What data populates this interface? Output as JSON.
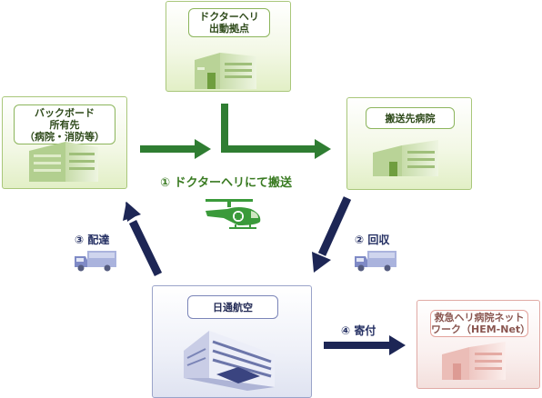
{
  "nodes": {
    "heliBase": {
      "label": "ドクターヘリ\n出動拠点"
    },
    "backboard": {
      "label": "バックボード\n所有先\n（病院・消防等）"
    },
    "hospital": {
      "label": "搬送先病院"
    },
    "nikko": {
      "label": "日通航空"
    },
    "hemnet": {
      "label": "救急ヘリ病院ネット\nワーク（HEM-Net）"
    }
  },
  "steps": {
    "s1": "① ドクターヘリにて搬送",
    "s2": "② 回収",
    "s3": "③ 配達",
    "s4": "④ 寄付"
  },
  "colors": {
    "green": "#2f7d32",
    "navy": "#1d2655",
    "pink": "#f3dfdc"
  },
  "icons": [
    "helicopter-icon",
    "truck-icon",
    "building-icon",
    "arrow-icon"
  ]
}
